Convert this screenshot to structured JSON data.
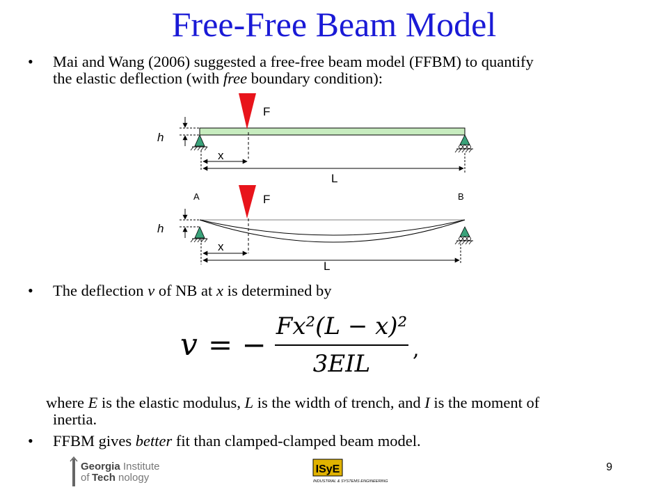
{
  "title": "Free-Free Beam Model",
  "bullet1": {
    "line1": "Mai and Wang (2006) suggested a free-free beam model (FFBM) to quantify",
    "line2_pre": "the elastic deflection (with ",
    "line2_em": "free",
    "line2_post": " boundary condition):"
  },
  "diagram": {
    "force_label": "F",
    "height_label": "h",
    "x_label": "x",
    "length_label": "L",
    "support_a": "A",
    "support_b": "B"
  },
  "bullet2": {
    "pre": "The deflection ",
    "v": "v",
    "mid": " of NB at ",
    "x": "x",
    "post": " is determined by"
  },
  "formula": {
    "lhs": "v",
    "eq": "= −",
    "numerator": "Fx²(L − x)²",
    "denominator": "3EIL",
    "trail": ","
  },
  "where": {
    "t1": "where ",
    "e": "E",
    "t2": " is the elastic modulus, ",
    "l": "L",
    "t3": " is the width of trench, and ",
    "i": "I",
    "t4": " is the moment of",
    "line2": "inertia."
  },
  "bullet3": {
    "pre": "FFBM gives ",
    "em": "better",
    "post": " fit than clamped-clamped beam model."
  },
  "footer": {
    "slide_number": "9",
    "gt_logo_line1": "Georgia",
    "gt_logo_line1b": "Institute",
    "gt_logo_line2": "of",
    "gt_logo_line2b": "Tech",
    "gt_logo_line2c": "nology",
    "isye_logo": "ISyE",
    "isye_caption": "INDUSTRIAL & SYSTEMS ENGINEERING"
  },
  "colors": {
    "title": "#1a1ad6",
    "force_arrow": "#e8141b",
    "beam_fill": "#c7ecbf",
    "support": "#3aa27a",
    "isye_gold": "#e0b200"
  }
}
